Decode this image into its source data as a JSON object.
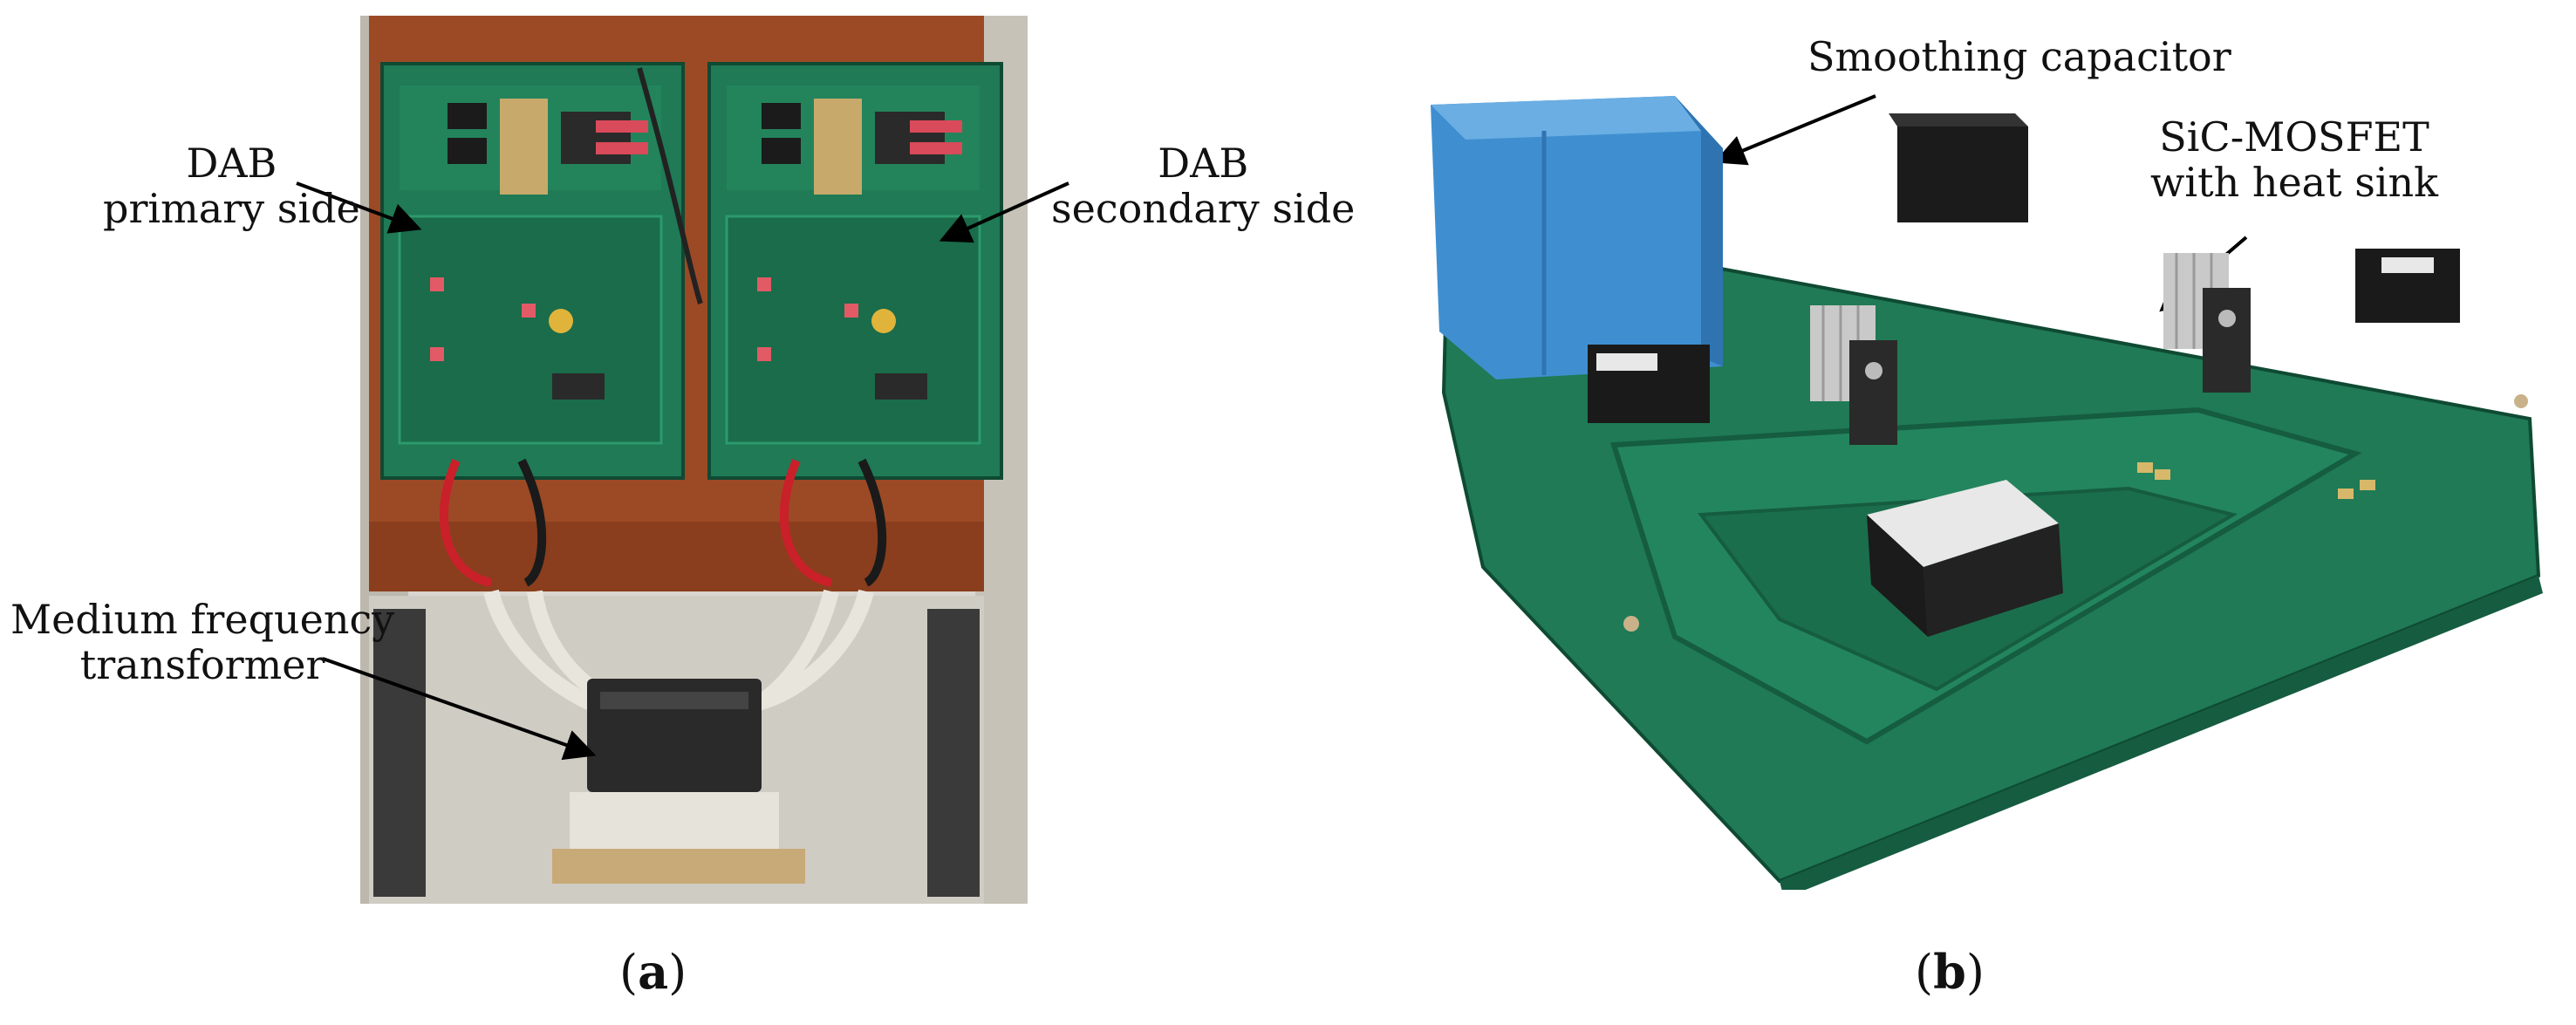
{
  "figure": {
    "panel_a": {
      "labels": {
        "primary": [
          "DAB",
          "primary side"
        ],
        "secondary": [
          "DAB",
          "secondary side"
        ],
        "transformer": [
          "Medium frequency",
          "transformer"
        ]
      },
      "caption": {
        "open": "(",
        "letter": "a",
        "close": ")"
      }
    },
    "panel_b": {
      "labels": {
        "capacitor": "Smoothing capacitor",
        "mosfet": [
          "SiC-MOSFET",
          "with heat sink"
        ]
      },
      "caption": {
        "open": "(",
        "letter": "b",
        "close": ")"
      }
    }
  },
  "colors": {
    "pcb_green": "#1f7a55",
    "pcb_dark": "#155c40",
    "copper_board": "#9c4a25",
    "capacitor_blue": "#3f8fd0",
    "heatsink_silver": "#c9c9c9"
  }
}
